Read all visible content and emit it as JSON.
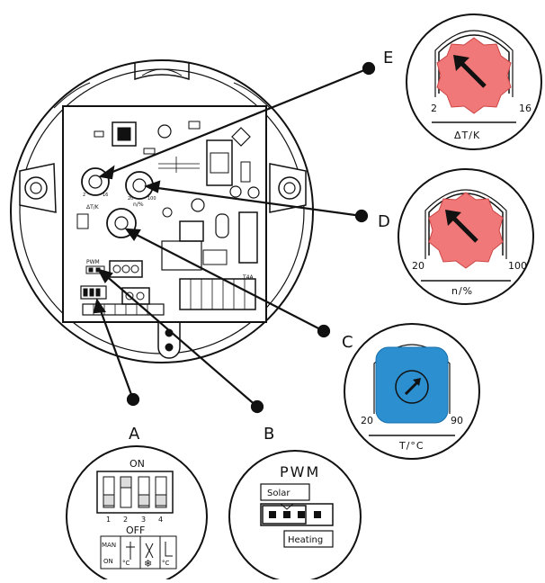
{
  "callouts": {
    "a": "A",
    "b": "B",
    "c": "C",
    "d": "D",
    "e": "E"
  },
  "dial_e": {
    "min": "2",
    "max": "16",
    "unit": "ΔT/K",
    "color": "#f07878"
  },
  "dial_d": {
    "min": "20",
    "max": "100",
    "unit": "n/%",
    "color": "#f07878"
  },
  "dial_c": {
    "min": "20",
    "max": "90",
    "unit": "T/°C",
    "color": "#2b8fd0"
  },
  "dip_switch": {
    "on_label": "ON",
    "off_label": "OFF",
    "numbers": [
      "1",
      "2",
      "3",
      "4"
    ],
    "legend": {
      "man": "MAN",
      "on": "ON",
      "deg": "°C"
    }
  },
  "pwm_jumper": {
    "title": "PWM",
    "solar": "Solar",
    "heating": "Heating"
  },
  "board": {
    "small_labels": [
      "ΔT/K",
      "n/%",
      "PWM",
      "T4A",
      "2",
      "16",
      "20",
      "100"
    ]
  }
}
